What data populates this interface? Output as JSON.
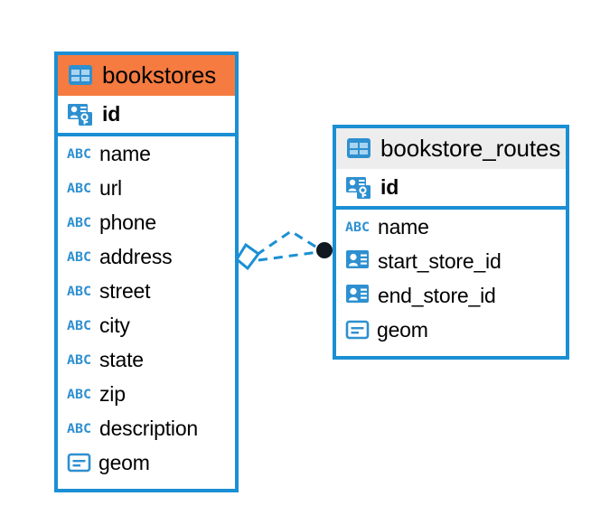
{
  "diagram": {
    "type": "entity-relationship-diagram",
    "colors": {
      "border_blue": "#1b8fd4",
      "header_orange": "#f57b40",
      "header_grey": "#ededed",
      "icon_blue": "#2e90d0",
      "abc_blue": "#2e90d0",
      "connector_blue": "#1b8fd4",
      "endpoint_dark": "#101820",
      "background": "#ffffff",
      "text": "#000000"
    },
    "entities": [
      {
        "id": "bookstores",
        "name": "bookstores",
        "header_style": "orange",
        "header_icon": "table-icon",
        "primary_key": {
          "name": "id",
          "icon": "primary-key-icon"
        },
        "fields": [
          {
            "name": "name",
            "icon": "abc-text-icon"
          },
          {
            "name": "url",
            "icon": "abc-text-icon"
          },
          {
            "name": "phone",
            "icon": "abc-text-icon"
          },
          {
            "name": "address",
            "icon": "abc-text-icon"
          },
          {
            "name": "street",
            "icon": "abc-text-icon"
          },
          {
            "name": "city",
            "icon": "abc-text-icon"
          },
          {
            "name": "state",
            "icon": "abc-text-icon"
          },
          {
            "name": "zip",
            "icon": "abc-text-icon"
          },
          {
            "name": "description",
            "icon": "abc-text-icon"
          },
          {
            "name": "geom",
            "icon": "geometry-icon"
          }
        ]
      },
      {
        "id": "bookstore_routes",
        "name": "bookstore_routes",
        "header_style": "grey",
        "header_icon": "table-icon",
        "primary_key": {
          "name": "id",
          "icon": "primary-key-icon"
        },
        "fields": [
          {
            "name": "name",
            "icon": "abc-text-icon"
          },
          {
            "name": "start_store_id",
            "icon": "foreign-key-icon"
          },
          {
            "name": "end_store_id",
            "icon": "foreign-key-icon"
          },
          {
            "name": "geom",
            "icon": "geometry-icon"
          }
        ]
      }
    ],
    "relationship": {
      "from_entity": "bookstores",
      "to_entity": "bookstore_routes",
      "line_style": "dashed",
      "source_marker": "diamond",
      "target_marker": "filled-circle",
      "branch_count": 2
    },
    "icon_labels": {
      "abc": "ABC"
    }
  }
}
